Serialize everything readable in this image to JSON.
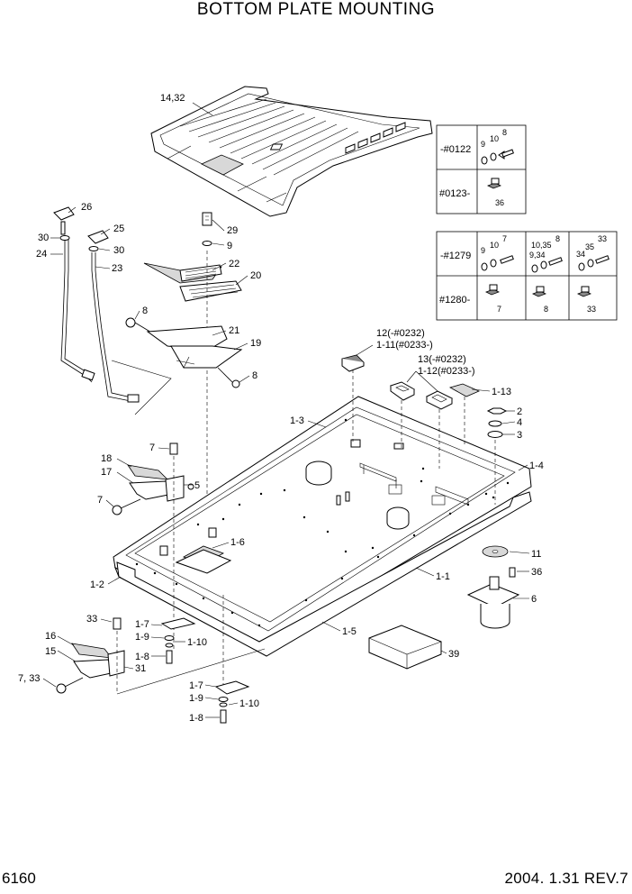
{
  "title": "BOTTOM PLATE MOUNTING",
  "footer": {
    "page": "6160",
    "revision": "2004. 1.31  REV.7"
  },
  "callouts": {
    "c1432": "14,32",
    "c26": "26",
    "c30a": "30",
    "c24": "24",
    "c25": "25",
    "c30b": "30",
    "c23": "23",
    "c29": "29",
    "c9": "9",
    "c22": "22",
    "c20": "20",
    "c8a": "8",
    "c21": "21",
    "c19": "19",
    "c8b": "8",
    "c12a": "12(-#0232)",
    "c111": "1-11(#0233-)",
    "c13a": "13(-#0232)",
    "c112": "1-12(#0233-)",
    "c113": "1-13",
    "c2": "2",
    "c4": "4",
    "c3": "3",
    "c13": "1-3",
    "c14": "1-4",
    "c7a": "7",
    "c18": "18",
    "c17": "17",
    "c5": "5",
    "c7b": "7",
    "c16": "1-6",
    "c11": "11",
    "c36": "36",
    "c6": "6",
    "c1b": "1-1",
    "c12": "1-2",
    "c15": "1-5",
    "c39": "39",
    "c33": "33",
    "c17a": "1-7",
    "c19a": "1-9",
    "c110a": "1-10",
    "c18a": "1-8",
    "c16b": "16",
    "c15b": "15",
    "c31": "31",
    "c733": "7, 33",
    "c17b": "1-7",
    "c19b": "1-9",
    "c110b": "1-10",
    "c18b": "1-8"
  },
  "detail_table_1": {
    "rows": [
      {
        "label": "-#0122",
        "parts": [
          "9",
          "10",
          "8"
        ]
      },
      {
        "label": "#0123-",
        "parts": [
          "36"
        ]
      }
    ]
  },
  "detail_table_2": {
    "rows": [
      {
        "label": "-#1279",
        "cells": [
          [
            "9",
            "10",
            "7"
          ],
          [
            "9,34",
            "10,35",
            "8"
          ],
          [
            "34",
            "35",
            "33"
          ]
        ]
      },
      {
        "label": "#1280-",
        "cells": [
          [
            "7"
          ],
          [
            "8"
          ],
          [
            "33"
          ]
        ]
      }
    ]
  }
}
